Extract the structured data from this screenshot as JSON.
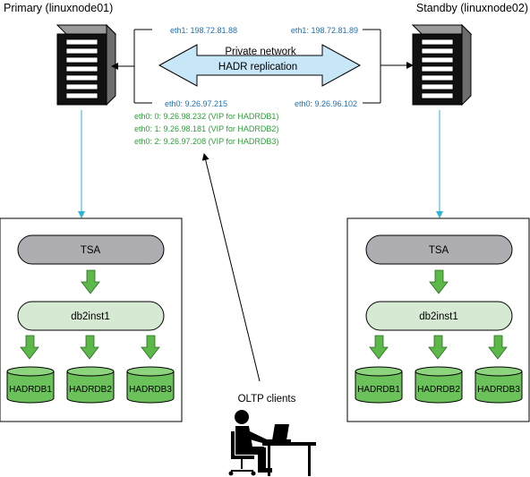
{
  "primary": {
    "title": "Primary (linuxnode01)",
    "eth1": "eth1: 198.72.81.88",
    "eth0": "eth0: 9.26.97.215",
    "vips": [
      "eth0: 0: 9.26.98.232 (VIP for HADRDB1)",
      "eth0: 1: 9.26.98.181 (VIP for HADRDB2)",
      "eth0: 2: 9.26.97.208 (VIP for HADRDB3)"
    ],
    "tsa": "TSA",
    "instance": "db2inst1",
    "databases": [
      "HADRDB1",
      "HADRDB2",
      "HADRDB3"
    ]
  },
  "standby": {
    "title": "Standby (linuxnode02)",
    "eth1": "eth1: 198.72.81.89",
    "eth0": "eth0: 9.26.96.102",
    "tsa": "TSA",
    "instance": "db2inst1",
    "databases": [
      "HADRDB1",
      "HADRDB2",
      "HADRDB3"
    ]
  },
  "network": {
    "line1": "Private network",
    "line2": "HADR replication"
  },
  "clients": {
    "label": "OLTP clients"
  },
  "colors": {
    "ip_blue": "#1f6fb5",
    "vip_green": "#2e9e3a",
    "cyan_link": "#29b6d9",
    "tsa_gray": "#aeaeb2",
    "instance_green": "#d6ead3",
    "db_green": "#6cc25a",
    "arrow_green": "#5cb848",
    "network_blue": "#c7e6f7"
  }
}
